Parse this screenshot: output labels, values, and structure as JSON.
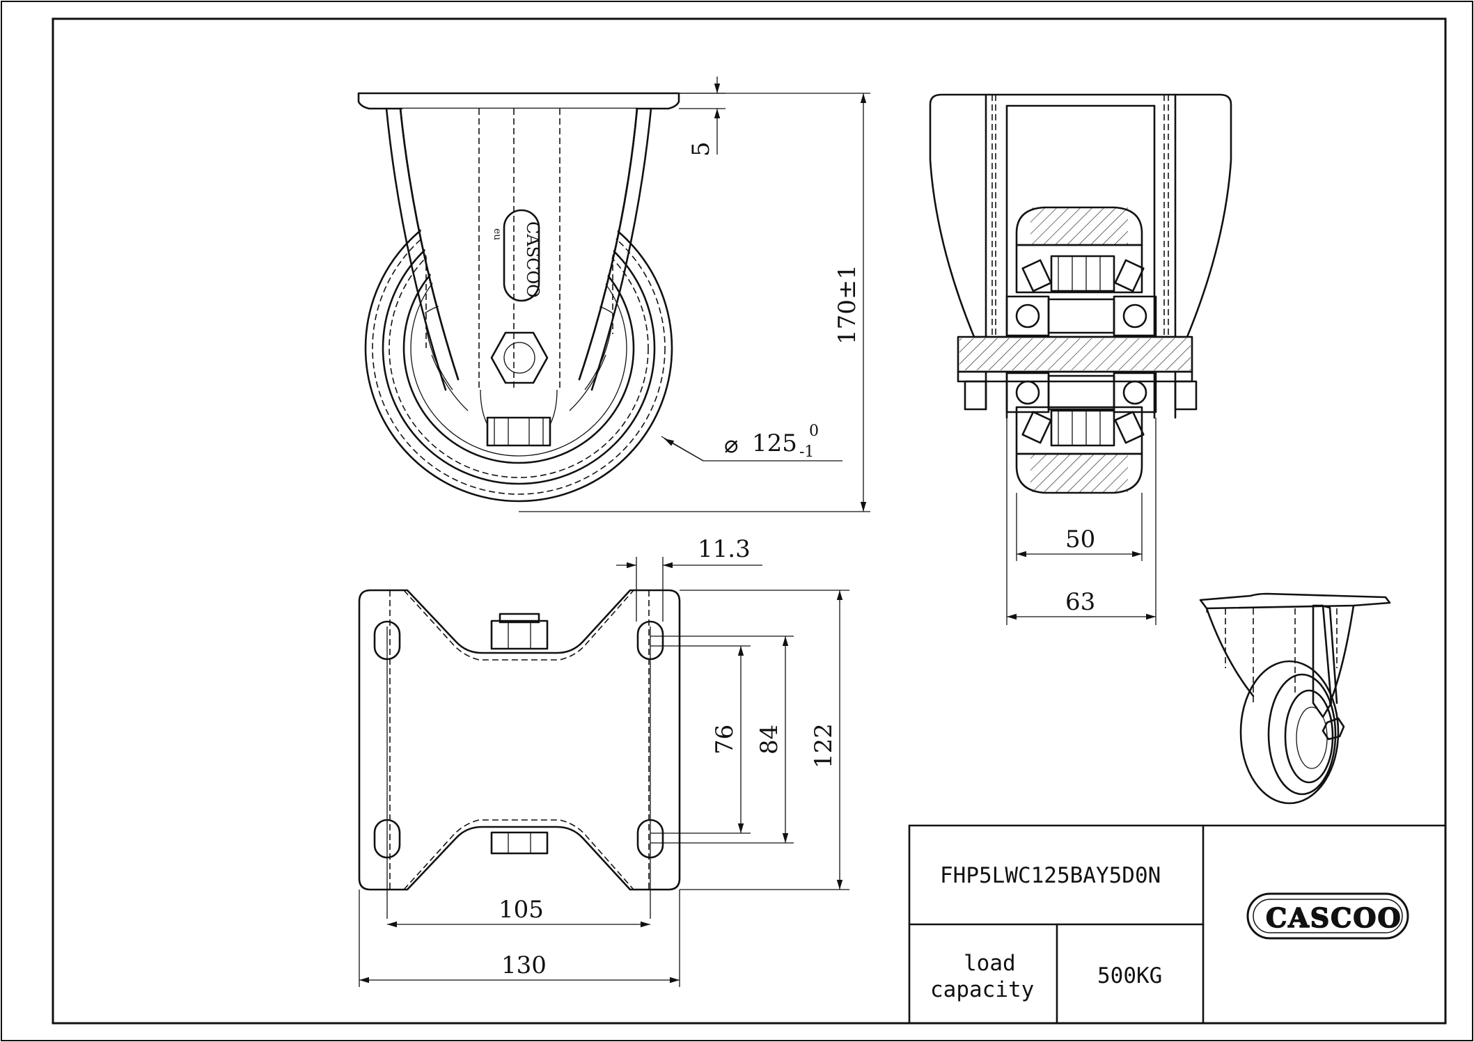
{
  "dimensions": {
    "plate_thickness": "5",
    "overall_height": "170±1",
    "wheel_diameter": "125",
    "diameter_tol_upper": "0",
    "diameter_tol_lower": "-1",
    "bolt_hole_offset": "11.3",
    "wheel_width": "50",
    "hub_length": "63",
    "hole_spacing_inner": "76",
    "hole_spacing_outer": "84",
    "plate_length": "122",
    "hole_spacing_width": "105",
    "plate_width": "130"
  },
  "title_block": {
    "part_number": "FHP5LWC125BAY5D0N",
    "load_label_line1": "load",
    "load_label_line2": "capacity",
    "load_value": "500KG",
    "logo_text": "CASCOO"
  },
  "logo_small_text": "eu"
}
